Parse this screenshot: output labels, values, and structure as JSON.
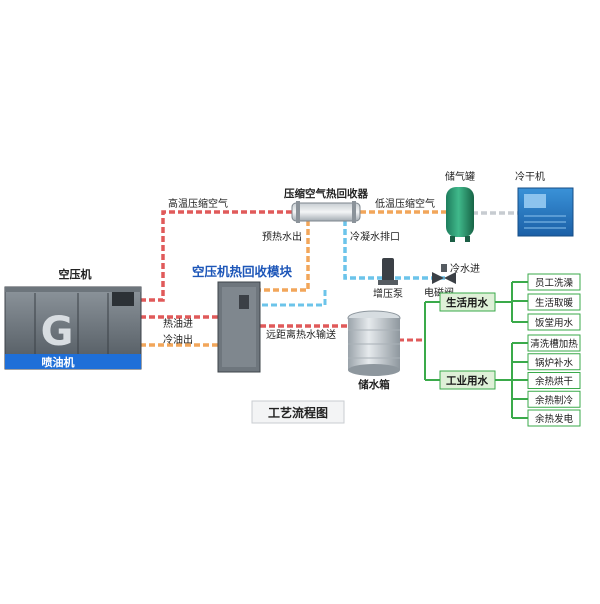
{
  "colors": {
    "hot_pipe": "#e05a5a",
    "warm_pipe": "#f2a65a",
    "cold_pipe": "#6cc4ea",
    "connector": "#3aaa4a",
    "box_border": "#3aaa4a",
    "label_box": "#dff0d8",
    "title_blue": "#1d56b8",
    "accent_blue": "#1f6fd8"
  },
  "labels": {
    "compressor": "空压机",
    "oil_injected": "喷油机",
    "hot_oil_in": "热油进",
    "cold_oil_out": "冷油出",
    "module": "空压机热回收模块",
    "high_temp_air": "高温压缩空气",
    "preheated_water_out": "预热水出",
    "heat_recovery_unit": "压缩空气热回收器",
    "low_temp_air": "低温压缩空气",
    "gas_tank": "储气罐",
    "dryer": "冷干机",
    "condensate_outlet": "冷凝水排口",
    "booster_pump": "增压泵",
    "cold_water_in": "冷水进",
    "solenoid_valve": "电磁阀",
    "long_distance_hot_water": "远距离热水输送",
    "water_tank": "储水箱",
    "domestic_water": "生活用水",
    "industrial_water": "工业用水",
    "process_chart": "工艺流程图"
  },
  "domestic_uses": [
    "员工洗澡",
    "生活取暖",
    "饭堂用水"
  ],
  "industrial_uses": [
    "清洗槽加热",
    "锅炉补水",
    "余热烘干",
    "余热制冷",
    "余热发电"
  ]
}
